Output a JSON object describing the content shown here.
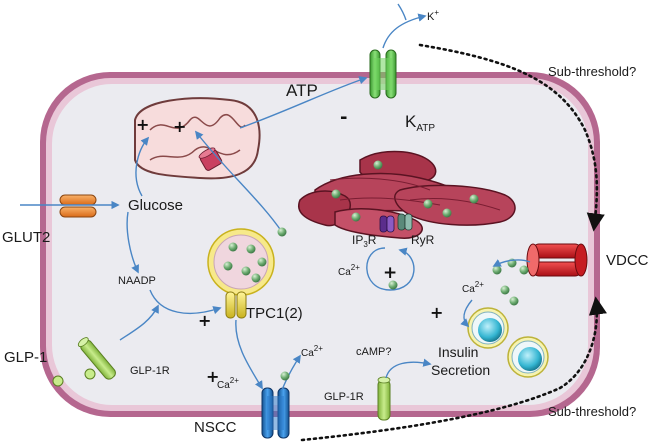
{
  "labels": {
    "k_ion": "K",
    "k_ion_sup": "+",
    "atp": "ATP",
    "k_atp": "K",
    "k_atp_sub": "ATP",
    "sub_threshold_top": "Sub-threshold?",
    "sub_threshold_bottom": "Sub-threshold?",
    "glut2": "GLUT2",
    "glucose": "Glucose",
    "naadp": "NAADP",
    "tpc1": "TPC1(2)",
    "glp1": "GLP-1",
    "glp1r_left": "GLP-1R",
    "glp1r_right": "GLP-1R",
    "camp": "cAMP?",
    "insulin_secretion_1": "Insulin",
    "insulin_secretion_2": "Secretion",
    "vdcc": "VDCC",
    "nscc": "NSCC",
    "ip3r": "IP",
    "ip3r_sub": "3",
    "ip3r_end": "R",
    "ryr": "RyR",
    "ca_ion": "Ca",
    "ca_sup": "2+",
    "plus": "+",
    "minus": "-"
  },
  "colors": {
    "membrane": "#b5678f",
    "cytoplasm": "#ebebf0",
    "mitochondrion": "#f7dcdc",
    "er": "#a8344a",
    "k_atp_channel": "#5cc94a",
    "vdcc_channel": "#e0262a",
    "nscc_channel": "#2a78c8",
    "glut2_channel": "#f08c3a",
    "tpc_channel": "#e8d846",
    "receptor": "#a6cf62",
    "ion": "#6aaa6e",
    "vesicle_core": "#35b6d2",
    "arrow": "#4a86c5"
  }
}
